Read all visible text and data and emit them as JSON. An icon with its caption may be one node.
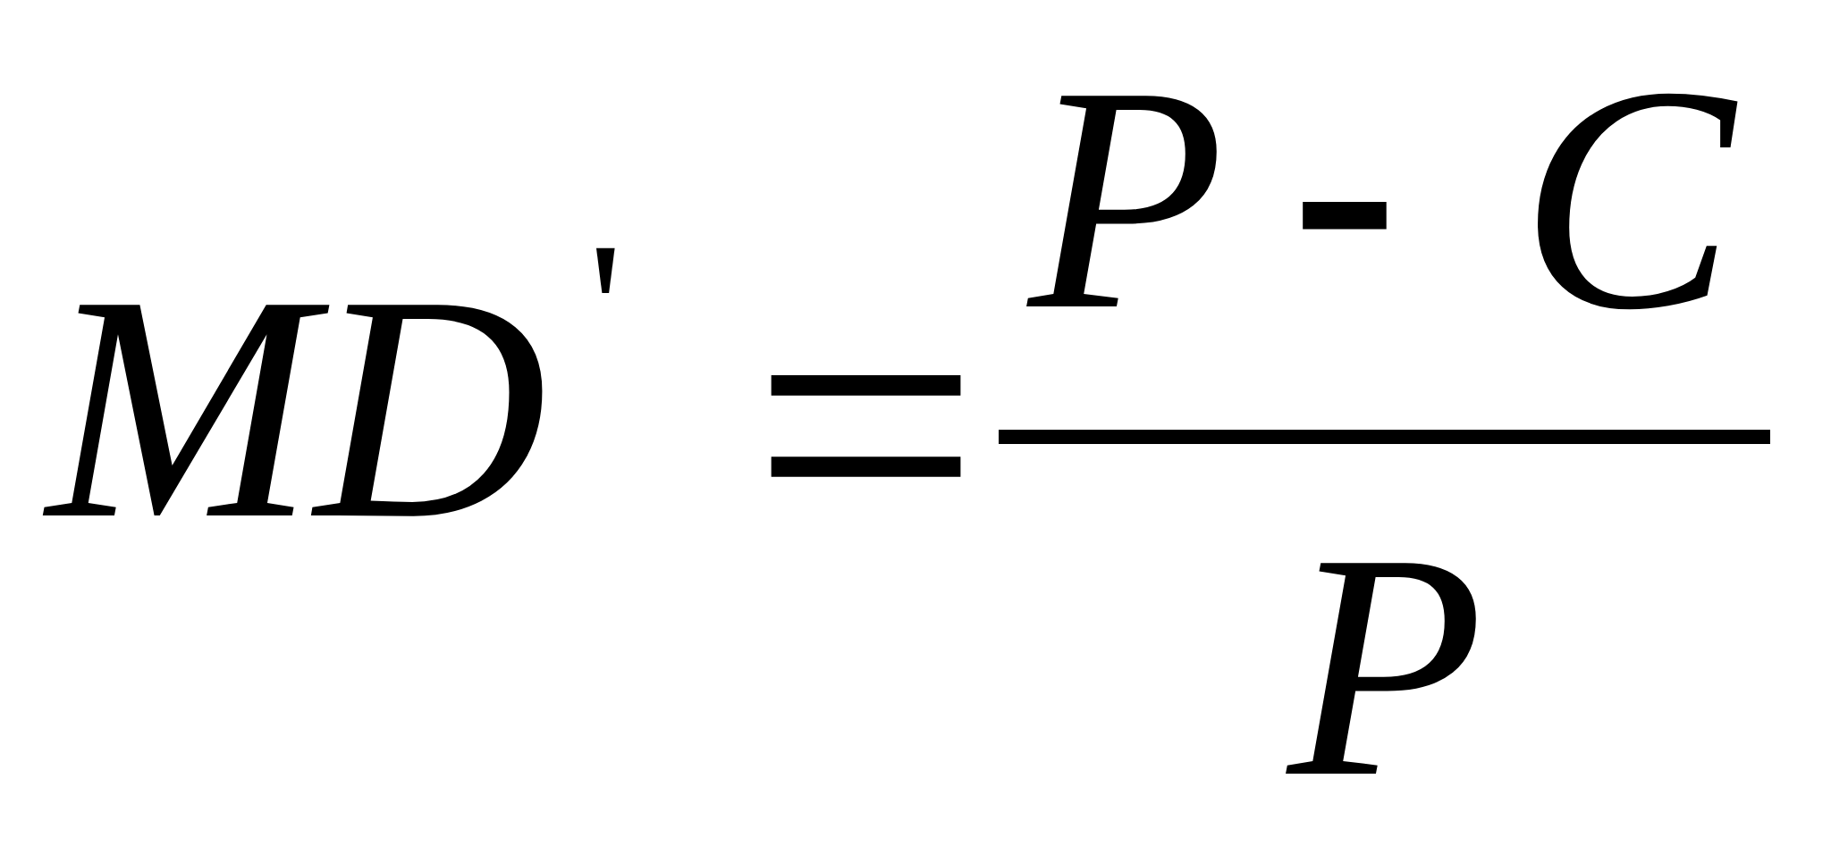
{
  "diagram": {
    "labels": [
      "MD",
      "'",
      "=",
      "P",
      "-",
      "C",
      "P"
    ]
  }
}
